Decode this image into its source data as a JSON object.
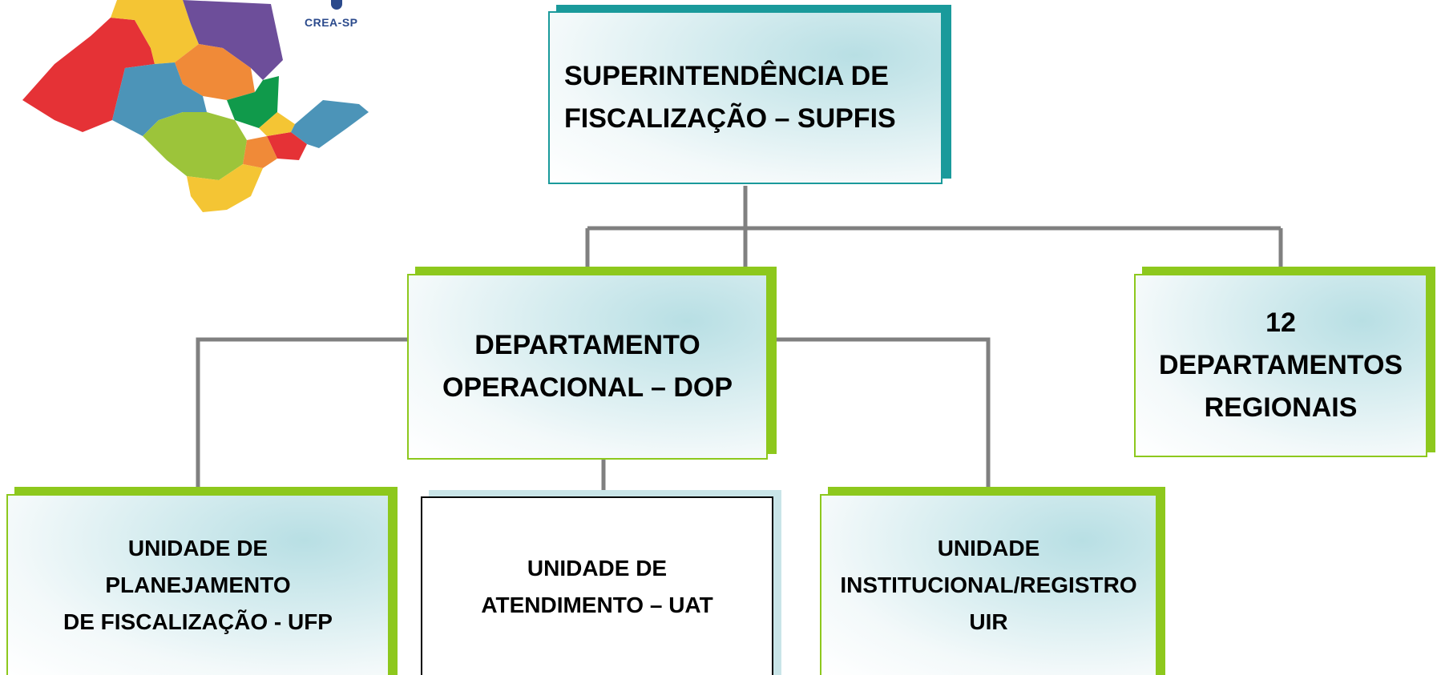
{
  "logo": {
    "org": "CREA-SP"
  },
  "nodes": {
    "supfis": "SUPERINTENDÊNCIA DE\nFISCALIZAÇÃO – SUPFIS",
    "dop": "DEPARTAMENTO\nOPERACIONAL – DOP",
    "regionais": "12\nDEPARTAMENTOS\nREGIONAIS",
    "ufp": "UNIDADE DE\nPLANEJAMENTO\nDE FISCALIZAÇÃO - UFP",
    "uat": "UNIDADE DE\nATENDIMENTO – UAT",
    "uir": "UNIDADE\nINSTITUCIONAL/REGISTRO\nUIR"
  },
  "colors": {
    "teal_accent": "#1a9a9b",
    "green_accent": "#8dc81d",
    "connector": "#808080"
  }
}
